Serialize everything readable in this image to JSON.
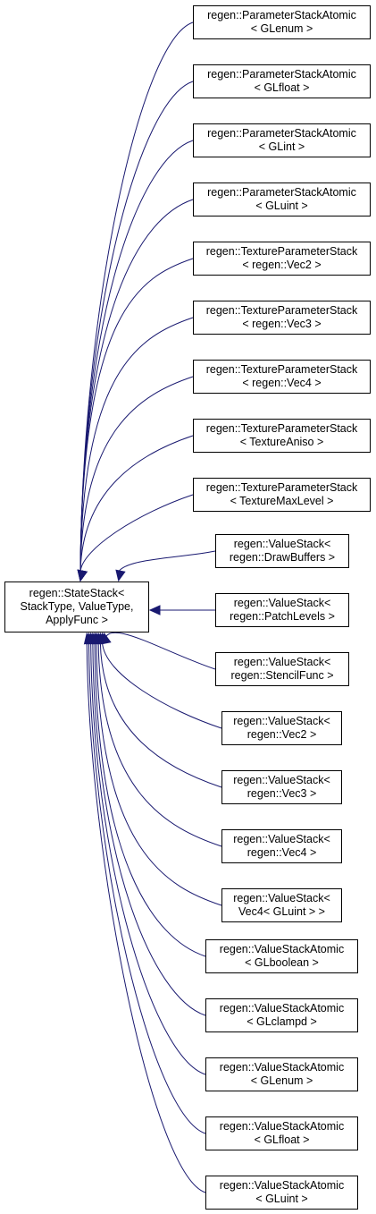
{
  "diagram": {
    "base": {
      "lines": [
        "regen::StateStack<",
        "StackType, ValueType,",
        "ApplyFunc >"
      ]
    },
    "derived": [
      {
        "lines": [
          "regen::ParameterStackAtomic",
          "< GLenum >"
        ]
      },
      {
        "lines": [
          "regen::ParameterStackAtomic",
          "< GLfloat >"
        ]
      },
      {
        "lines": [
          "regen::ParameterStackAtomic",
          "< GLint >"
        ]
      },
      {
        "lines": [
          "regen::ParameterStackAtomic",
          "< GLuint >"
        ]
      },
      {
        "lines": [
          "regen::TextureParameterStack",
          "< regen::Vec2 >"
        ]
      },
      {
        "lines": [
          "regen::TextureParameterStack",
          "< regen::Vec3 >"
        ]
      },
      {
        "lines": [
          "regen::TextureParameterStack",
          "< regen::Vec4 >"
        ]
      },
      {
        "lines": [
          "regen::TextureParameterStack",
          "< TextureAniso >"
        ]
      },
      {
        "lines": [
          "regen::TextureParameterStack",
          "< TextureMaxLevel >"
        ]
      },
      {
        "lines": [
          "regen::ValueStack<",
          "regen::DrawBuffers >"
        ]
      },
      {
        "lines": [
          "regen::ValueStack<",
          "regen::PatchLevels >"
        ]
      },
      {
        "lines": [
          "regen::ValueStack<",
          "regen::StencilFunc >"
        ]
      },
      {
        "lines": [
          "regen::ValueStack<",
          "regen::Vec2 >"
        ]
      },
      {
        "lines": [
          "regen::ValueStack<",
          "regen::Vec3 >"
        ]
      },
      {
        "lines": [
          "regen::ValueStack<",
          "regen::Vec4 >"
        ]
      },
      {
        "lines": [
          "regen::ValueStack<",
          "Vec4< GLuint > >"
        ]
      },
      {
        "lines": [
          "regen::ValueStackAtomic",
          "< GLboolean >"
        ]
      },
      {
        "lines": [
          "regen::ValueStackAtomic",
          "< GLclampd >"
        ]
      },
      {
        "lines": [
          "regen::ValueStackAtomic",
          "< GLenum >"
        ]
      },
      {
        "lines": [
          "regen::ValueStackAtomic",
          "< GLfloat >"
        ]
      },
      {
        "lines": [
          "regen::ValueStackAtomic",
          "< GLuint >"
        ]
      }
    ],
    "edge_color": "#191970",
    "border_color": "#000000"
  }
}
